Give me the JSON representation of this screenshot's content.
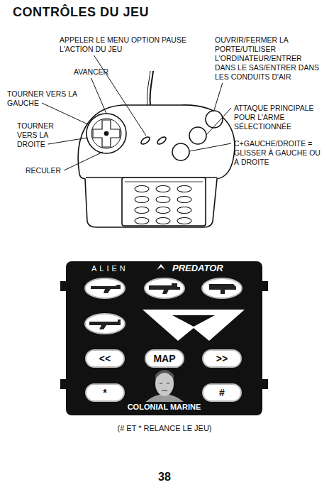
{
  "diagram": {
    "title": "CONTRÔLES DU JEU",
    "caption": "(# ET * RELANCE LE JEU)",
    "nodes": [
      {
        "text": [
          "ALIEN",
          "PREDATOR",
          "COLONIAL MARINE"
        ]
      },
      {
        "text": [
          "<<"
        ],
        "in": 0
      },
      {
        "text": [
          "MAP"
        ],
        "in": 0
      },
      {
        "text": [
          ">>"
        ],
        "in": 0
      },
      {
        "text": [
          "*"
        ],
        "in": 0
      },
      {
        "text": [
          "#"
        ],
        "in": 0
      }
    ],
    "labels": [
      "APPELER LE MENU OPTION PAUSE L'ACTION DU JEU",
      "AVANCER",
      "TOURNER VERS LA GAUCHE",
      "TOURNER VERS LA DROITE",
      "RECULER",
      "OUVRIR/FERMER LA PORTE/UTILISER L'ORDINATEUR/ENTRER DANS LE SAS/ENTRER DANS LES CONDUITS D'AIR",
      "ATTAQUE PRINCIPALE POUR L'ARME SÉLECTIONNÉE",
      "C+GAUCHE/DROITE = GLISSER À GAUCHE OU À DROITE",
      "38"
    ]
  }
}
